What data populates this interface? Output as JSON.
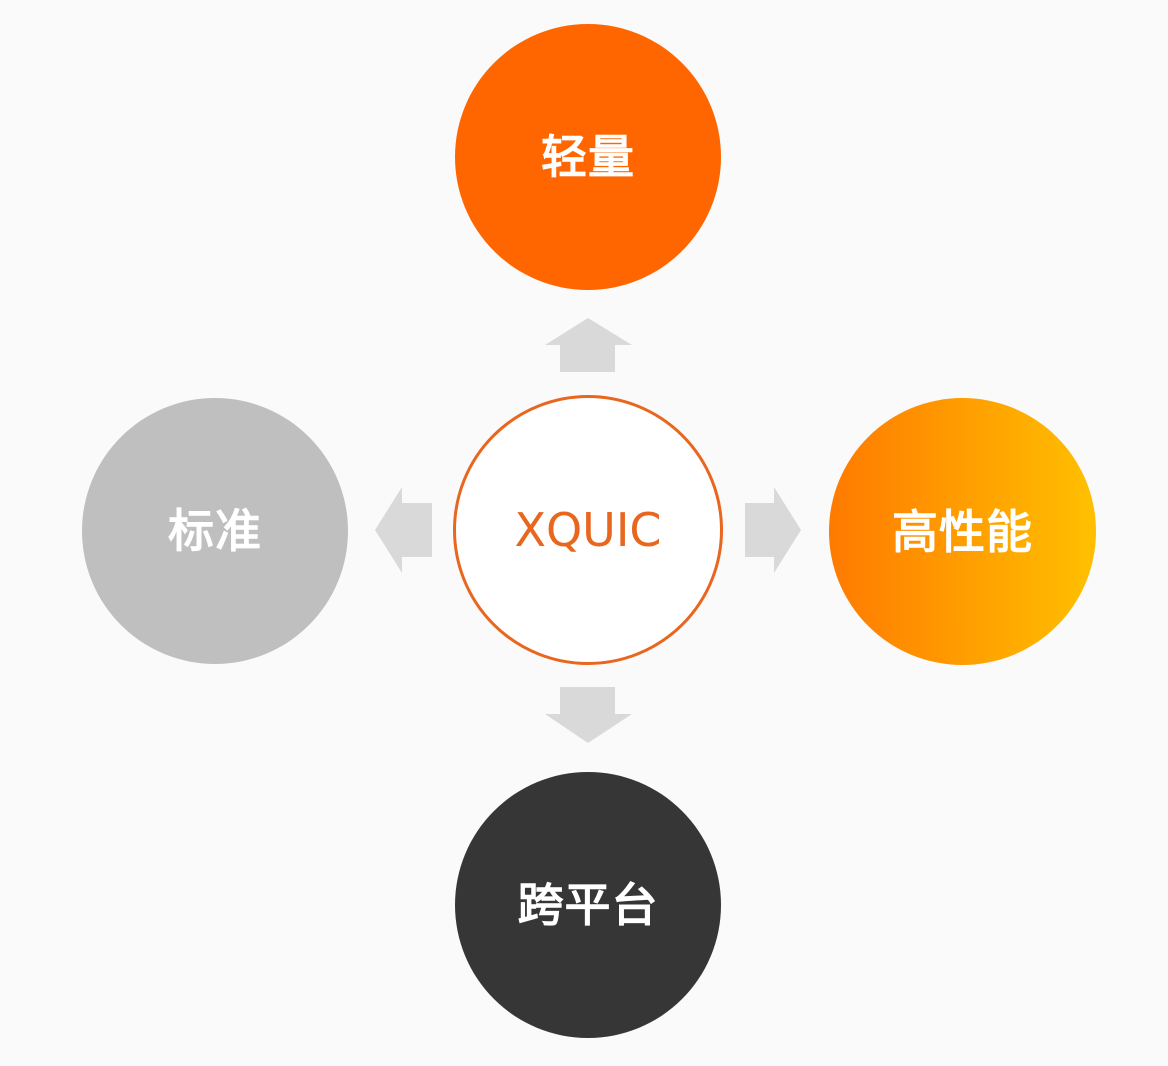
{
  "diagram": {
    "type": "hub-and-spoke",
    "center": {
      "label": "XQUIC",
      "text_color": "#E8661E",
      "border_color": "#E8661E",
      "fill": "#FFFFFF"
    },
    "nodes": {
      "top": {
        "label": "轻量",
        "fill": "#FF6600"
      },
      "right": {
        "label": "高性能",
        "fill_gradient": [
          "#FF7A00",
          "#FFC000"
        ]
      },
      "bottom": {
        "label": "跨平台",
        "fill": "#363636"
      },
      "left": {
        "label": "标准",
        "fill": "#BFBFBF"
      }
    },
    "arrows": {
      "color": "#D9D9D9",
      "directions": [
        "up",
        "right",
        "down",
        "left"
      ]
    },
    "background": "#FAFAFA"
  }
}
